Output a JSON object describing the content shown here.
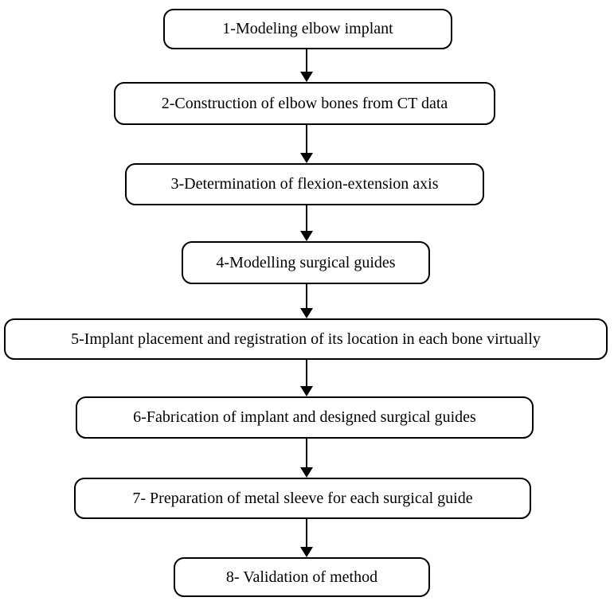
{
  "flowchart": {
    "type": "vertical-process-flow",
    "colors": {
      "box_border": "#000000",
      "box_background": "#ffffff",
      "text": "#000000",
      "arrow": "#000000",
      "page_background": "#ffffff"
    },
    "steps": [
      {
        "label": "1-Modeling elbow implant"
      },
      {
        "label": "2-Construction of elbow bones from CT data"
      },
      {
        "label": "3-Determination of flexion-extension axis"
      },
      {
        "label": "4-Modelling surgical guides"
      },
      {
        "label": "5-Implant placement and registration of its location in each bone virtually"
      },
      {
        "label": "6-Fabrication of implant and designed surgical guides"
      },
      {
        "label": "7- Preparation of metal sleeve for each surgical guide"
      },
      {
        "label": "8- Validation of method"
      }
    ]
  }
}
